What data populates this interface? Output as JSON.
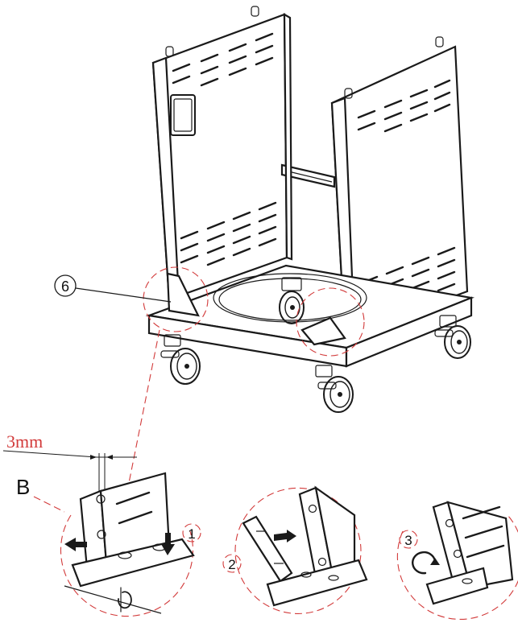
{
  "labels": {
    "part_number": "6",
    "gap_measure": "3mm",
    "detail_letter": "B",
    "step_1": "1",
    "step_2": "2",
    "step_3": "3"
  },
  "colors": {
    "ink": "#1a1a1a",
    "callout": "#d23a3a",
    "background": "#ffffff"
  },
  "icons": {
    "arrow_left": "arrow-left-icon",
    "arrow_down": "arrow-down-icon",
    "arrow_right": "arrow-right-icon",
    "rotate": "rotate-icon"
  }
}
